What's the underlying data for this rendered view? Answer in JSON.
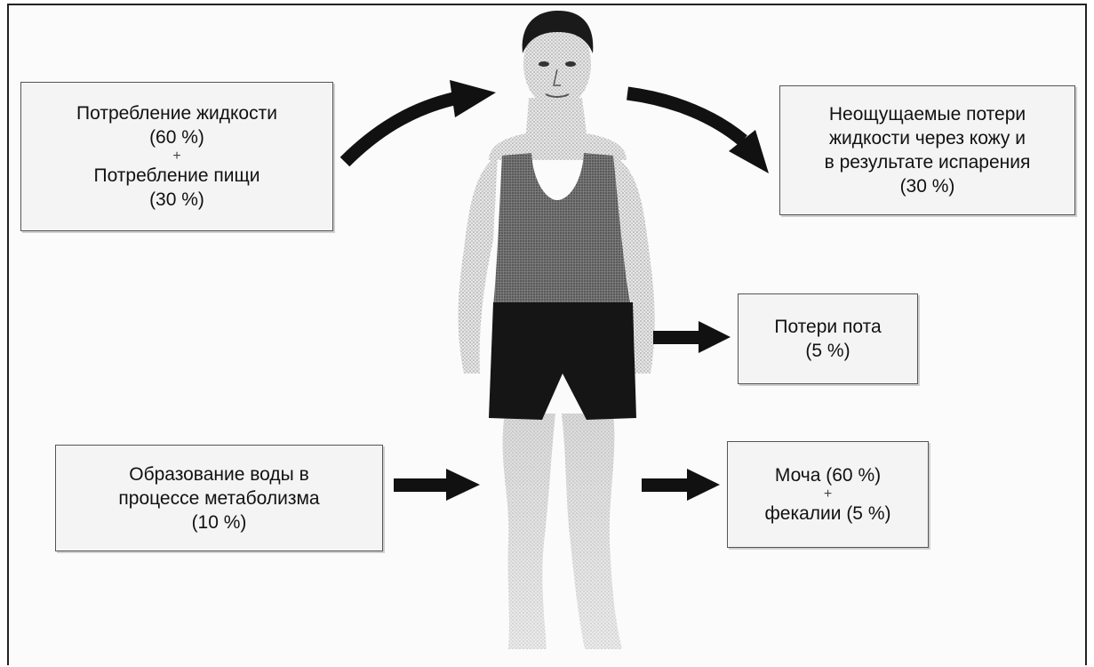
{
  "intake": {
    "line1": "Потребление жидкости",
    "line2": "(60 %)",
    "plus": "+",
    "line3": "Потребление пищи",
    "line4": "(30 %)"
  },
  "insensible": {
    "line1": "Неощущаемые потери",
    "line2": "жидкости через кожу и",
    "line3": "в результате испарения",
    "line4": "(30 %)"
  },
  "sweat": {
    "line1": "Потери пота",
    "line2": "(5 %)"
  },
  "metabolism": {
    "line1": "Образование воды в",
    "line2": "процессе метаболизма",
    "line3": "(10 %)"
  },
  "excretion": {
    "line1": "Моча (60 %)",
    "plus": "+",
    "line2": "фекалии (5 %)"
  },
  "colors": {
    "arrow": "#111111",
    "box_border": "#555555",
    "singlet": "#6a6a6a",
    "shorts": "#151515",
    "skin": "#d9d9d9"
  }
}
